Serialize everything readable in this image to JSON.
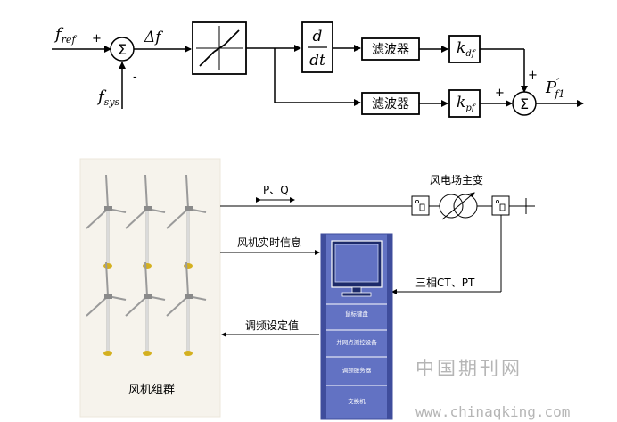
{
  "control_diagram": {
    "f_ref": "f",
    "f_ref_sub": "ref",
    "f_sys": "f",
    "f_sys_sub": "sys",
    "plus_sign": "+",
    "minus_sign": "-",
    "sum_symbol": "Σ",
    "delta_f": "Δf",
    "deriv_top": "d",
    "deriv_bottom": "dt",
    "filter_label_1": "滤波器",
    "filter_label_2": "滤波器",
    "k_df": "k",
    "k_df_sub": "df",
    "k_pf": "k",
    "k_pf_sub": "pf",
    "output_P": "P",
    "output_sub": "f1",
    "output_prime": "′"
  },
  "system_diagram": {
    "pq_label": "P、Q",
    "transformer_label": "风电场主变",
    "wind_info_label": "风机实时信息",
    "ct_pt_label": "三相CT、PT",
    "setpoint_label": "调频设定值",
    "wind_group_label": "风机组群",
    "rack_items": [
      "鼠标键盘",
      "并网点测控设备",
      "调频服务器",
      "交换机"
    ]
  },
  "watermark": {
    "cn": "中国期刊网",
    "url": "www.chinaqking.com"
  },
  "colors": {
    "rack": "#6272c3",
    "rack_border": "#3f4d9c",
    "panel": "#f6f3ec",
    "line": "#000000"
  }
}
